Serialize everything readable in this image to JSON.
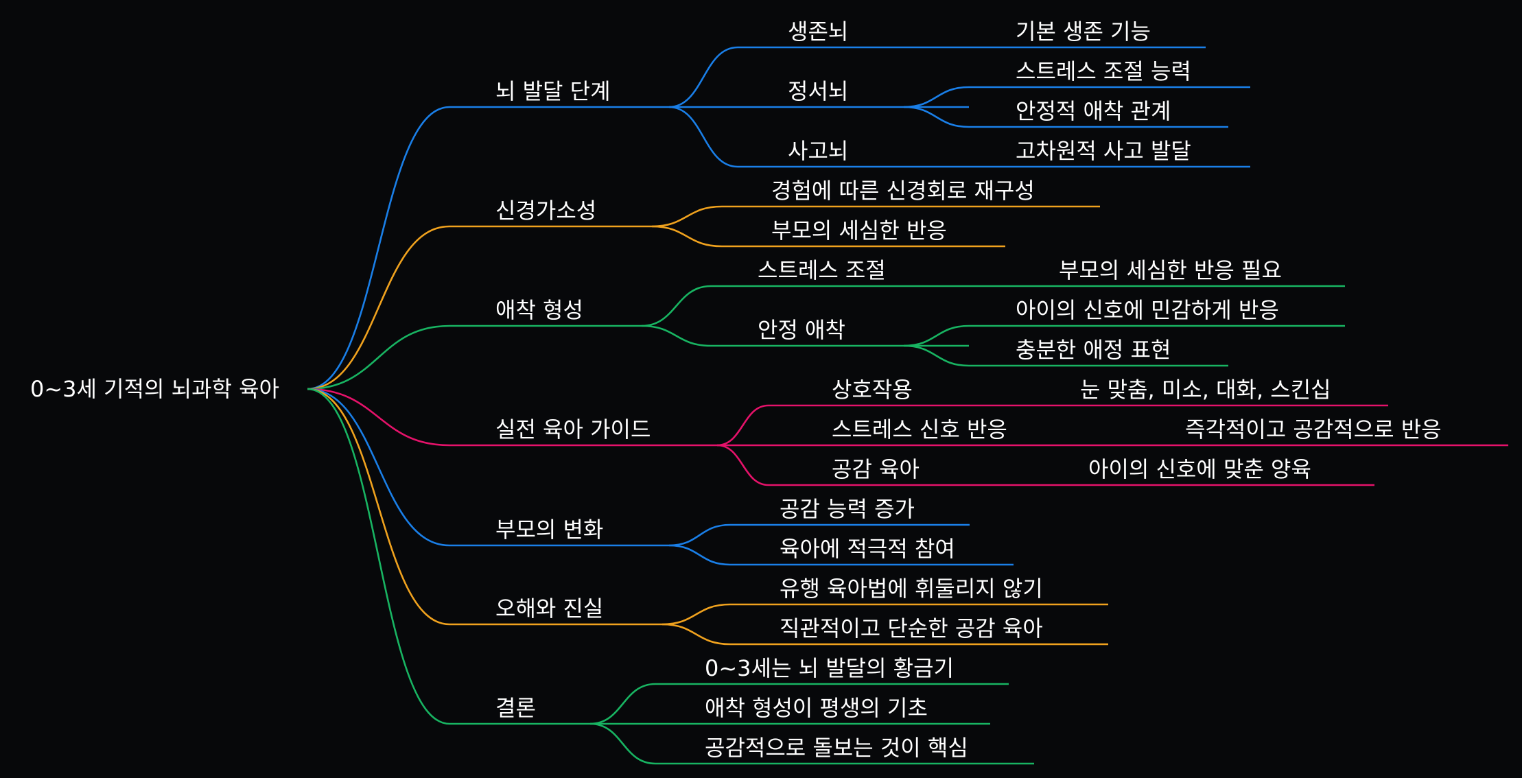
{
  "colors": {
    "background": "#07080a",
    "text": "#ffffff",
    "blue": "#1a7fe8",
    "orange": "#f0a21e",
    "green": "#18b462",
    "magenta": "#e5126a"
  },
  "mindmap": {
    "root": "0~3세 기적의 뇌과학 육아",
    "branches": [
      {
        "label": "뇌 발달 단계",
        "color": "blue",
        "children": [
          {
            "label": "생존뇌",
            "children": [
              {
                "label": "기본 생존 기능"
              }
            ]
          },
          {
            "label": "정서뇌",
            "children": [
              {
                "label": "스트레스 조절 능력"
              },
              {
                "label": "안정적 애착 관계"
              }
            ]
          },
          {
            "label": "사고뇌",
            "children": [
              {
                "label": "고차원적 사고 발달"
              }
            ]
          }
        ]
      },
      {
        "label": "신경가소성",
        "color": "orange",
        "children": [
          {
            "label": "경험에 따른 신경회로 재구성"
          },
          {
            "label": "부모의 세심한 반응"
          }
        ]
      },
      {
        "label": "애착 형성",
        "color": "green",
        "children": [
          {
            "label": "스트레스 조절",
            "children": [
              {
                "label": "부모의 세심한 반응 필요"
              }
            ]
          },
          {
            "label": "안정 애착",
            "children": [
              {
                "label": "아이의 신호에 민감하게 반응"
              },
              {
                "label": "충분한 애정 표현"
              }
            ]
          }
        ]
      },
      {
        "label": "실전 육아 가이드",
        "color": "magenta",
        "children": [
          {
            "label": "상호작용",
            "children": [
              {
                "label": "눈 맞춤, 미소, 대화, 스킨십"
              }
            ]
          },
          {
            "label": "스트레스 신호 반응",
            "children": [
              {
                "label": "즉각적이고 공감적으로 반응"
              }
            ]
          },
          {
            "label": "공감 육아",
            "children": [
              {
                "label": "아이의 신호에 맞춘 양육"
              }
            ]
          }
        ]
      },
      {
        "label": "부모의 변화",
        "color": "blue",
        "children": [
          {
            "label": "공감 능력 증가"
          },
          {
            "label": "육아에 적극적 참여"
          }
        ]
      },
      {
        "label": "오해와 진실",
        "color": "orange",
        "children": [
          {
            "label": "유행 육아법에 휘둘리지 않기"
          },
          {
            "label": "직관적이고 단순한 공감 육아"
          }
        ]
      },
      {
        "label": "결론",
        "color": "green",
        "children": [
          {
            "label": "0~3세는 뇌 발달의 황금기"
          },
          {
            "label": "애착 형성이 평생의 기초"
          },
          {
            "label": "공감적으로 돌보는 것이 핵심"
          }
        ]
      }
    ]
  }
}
